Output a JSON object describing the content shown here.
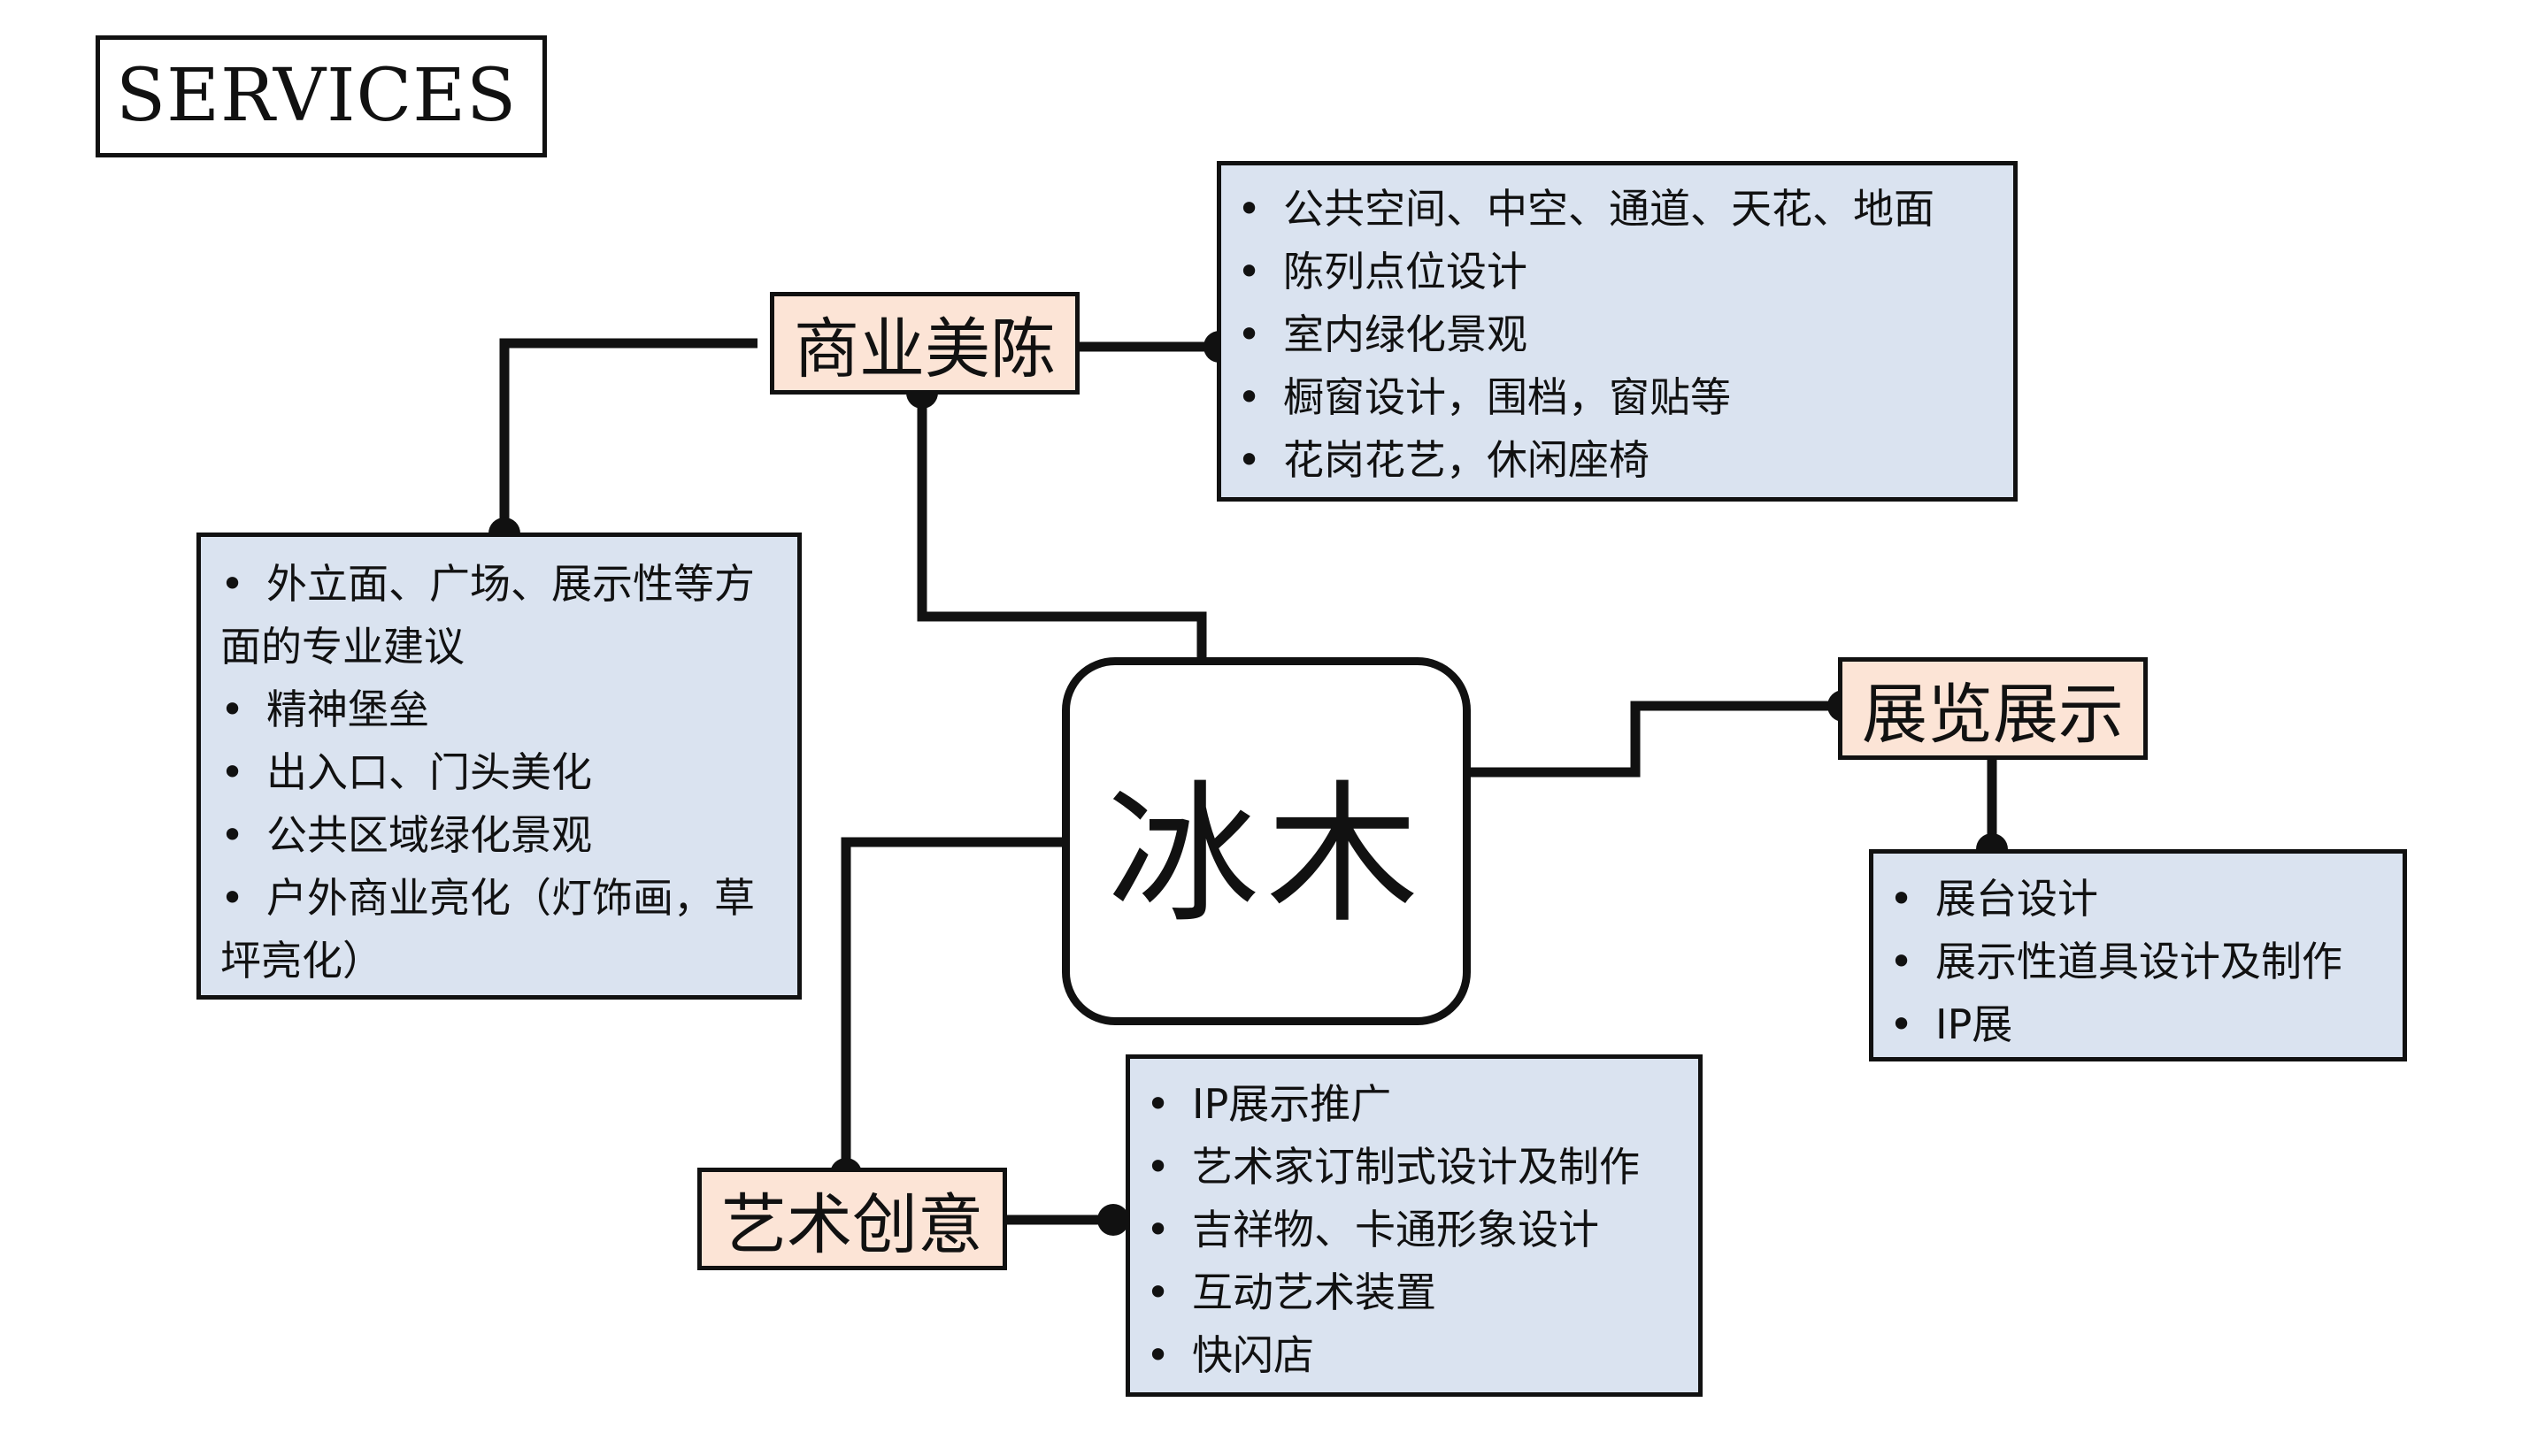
{
  "header": {
    "label": "SERVICES"
  },
  "center": {
    "label": "冰木"
  },
  "colors": {
    "category_fill": "#fce4d6",
    "info_fill": "#dae3f0",
    "line": "#111111"
  },
  "categories": {
    "commercial": {
      "label": "商业美陈"
    },
    "exhibition": {
      "label": "展览展示"
    },
    "art": {
      "label": "艺术创意"
    }
  },
  "boxes": {
    "commercial_right": {
      "items": [
        {
          "bullet": "•",
          "text": "公共空间、中空、通道、天花、地面"
        },
        {
          "bullet": "•",
          "text": "陈列点位设计"
        },
        {
          "bullet": "•",
          "text": "室内绿化景观"
        },
        {
          "bullet": "•",
          "text": "橱窗设计，围档，窗贴等"
        },
        {
          "bullet": "•",
          "text": "花岗花艺，休闲座椅"
        }
      ]
    },
    "commercial_left": {
      "items": [
        {
          "bullet": "•",
          "text": "外立面、广场、展示性等方面的专业建议"
        },
        {
          "bullet": "•",
          "text": "精神堡垒"
        },
        {
          "bullet": "•",
          "text": "出入口、门头美化"
        },
        {
          "bullet": "•",
          "text": "公共区域绿化景观"
        },
        {
          "bullet": "•",
          "text": "户外商业亮化（灯饰画，草坪亮化）"
        }
      ]
    },
    "exhibition": {
      "items": [
        {
          "bullet": "•",
          "text": "展台设计"
        },
        {
          "bullet": "•",
          "text": "展示性道具设计及制作"
        },
        {
          "bullet": "•",
          "text": "IP展"
        }
      ]
    },
    "art": {
      "items": [
        {
          "bullet": "•",
          "text": "IP展示推广"
        },
        {
          "bullet": "•",
          "text": "艺术家订制式设计及制作"
        },
        {
          "bullet": "•",
          "text": "吉祥物、卡通形象设计"
        },
        {
          "bullet": "•",
          "text": "互动艺术装置"
        },
        {
          "bullet": "•",
          "text": "快闪店"
        }
      ]
    }
  }
}
